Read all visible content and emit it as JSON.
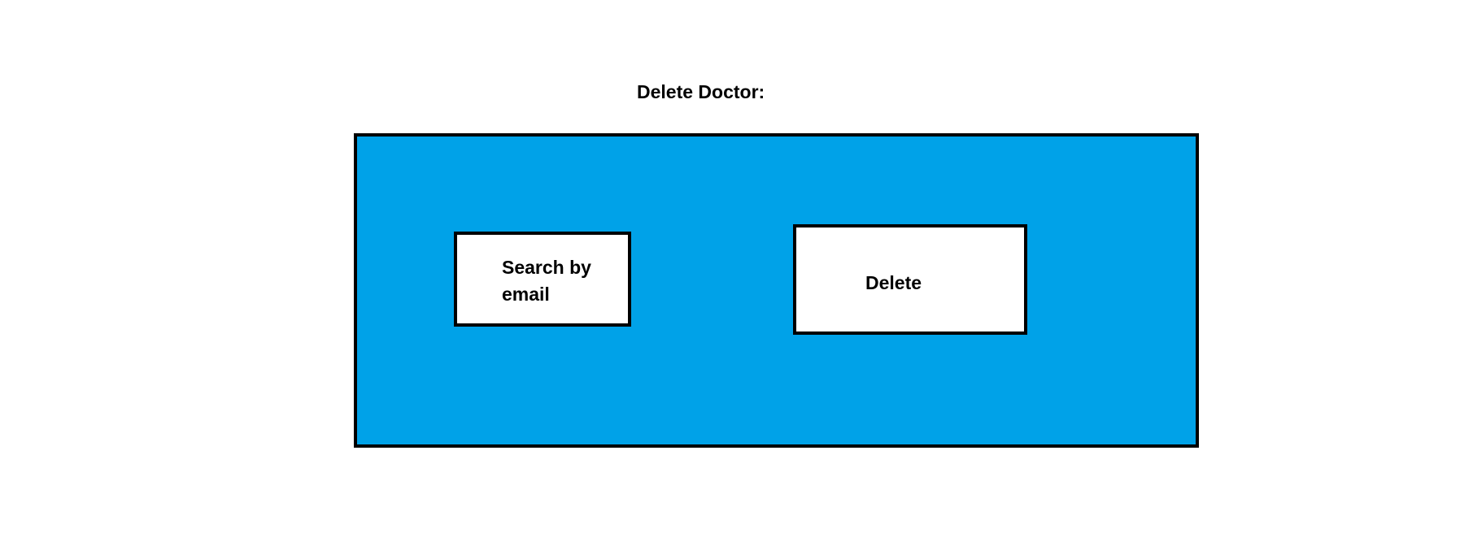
{
  "page": {
    "title": "Delete Doctor:"
  },
  "form": {
    "search_label": "Search by email",
    "delete_label": "Delete"
  },
  "colors": {
    "panel_background": "#00a2e8",
    "border": "#000000",
    "box_background": "#ffffff"
  }
}
